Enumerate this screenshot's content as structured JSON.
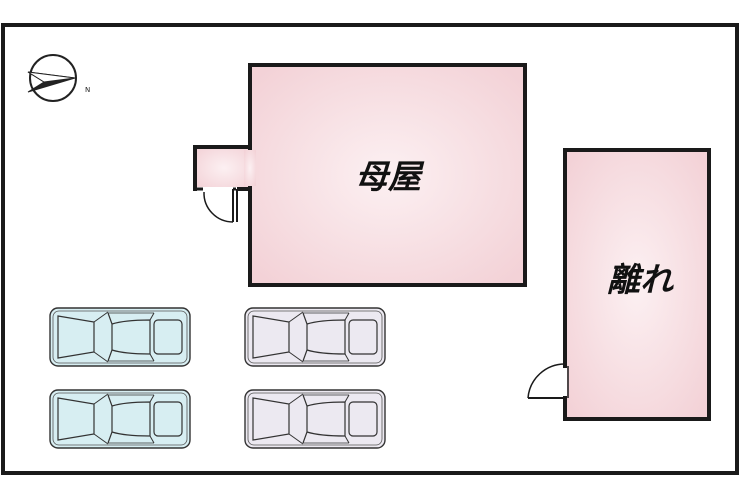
{
  "buildings": {
    "main_house": {
      "label": "母屋"
    },
    "annex": {
      "label": "離れ"
    }
  },
  "compass": {
    "north_label": "N"
  },
  "parking": {
    "cars": [
      {
        "color": "light-blue"
      },
      {
        "color": "light-lavender"
      },
      {
        "color": "light-blue"
      },
      {
        "color": "light-lavender"
      }
    ]
  },
  "colors": {
    "building_fill": "#f6d9dc",
    "building_fill_center": "#fbeef0",
    "outline": "#1a1a1a",
    "car_blue": "#d7eef2",
    "car_lavender": "#ece9f1",
    "lot_border": "#1a1a1a"
  }
}
